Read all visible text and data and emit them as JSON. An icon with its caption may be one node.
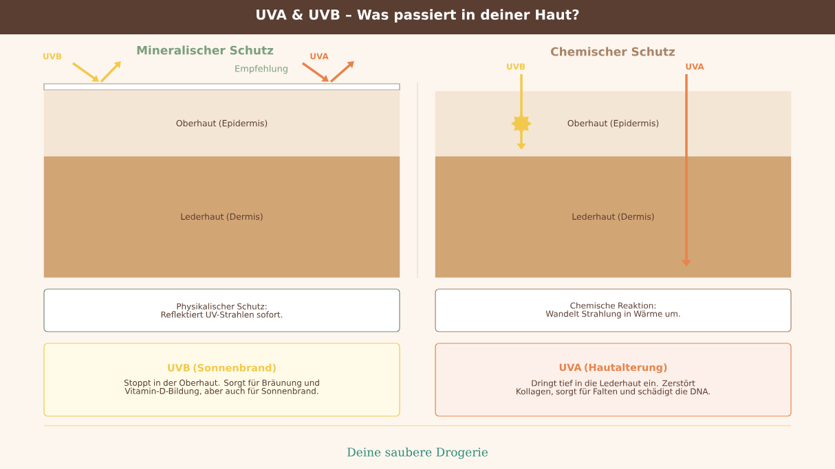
{
  "diagram": {
    "title": "UVA & UVB – Was passiert in deiner Haut?",
    "nodes": [
      {
        "text": [
          "Oberhaut (Epidermis)"
        ]
      },
      {
        "text": [
          "Lederhaut (Dermis)"
        ]
      },
      {
        "text": [
          "Oberhaut (Epidermis)"
        ]
      },
      {
        "text": [
          "Lederhaut (Dermis)"
        ]
      },
      {
        "text": [
          "Physikalischer Schutz:",
          "Reflektiert UV-Strahlen sofort."
        ]
      },
      {
        "text": [
          "Chemische Reaktion:",
          "Wandelt Strahlung in Wärme um."
        ]
      },
      {
        "text": [
          "UVB (Sonnenbrand)",
          "Stoppt in der Oberhaut. Sorgt für Bräunung und Vitamin-D-Bildung, aber auch für Sonnenbrand."
        ]
      },
      {
        "text": [
          "UVA (Hautalterung)",
          "Dringt tief in die Lederhaut ein. Zerstört Kollagen, sorgt für Falten und schädigt die DNA."
        ]
      }
    ],
    "labels": [
      "Mineralischer Schutz",
      "Empfehlung",
      "UVB",
      "UVA",
      "Chemischer Schutz",
      "UVB",
      "UVA",
      "Deine saubere Drogerie"
    ]
  }
}
